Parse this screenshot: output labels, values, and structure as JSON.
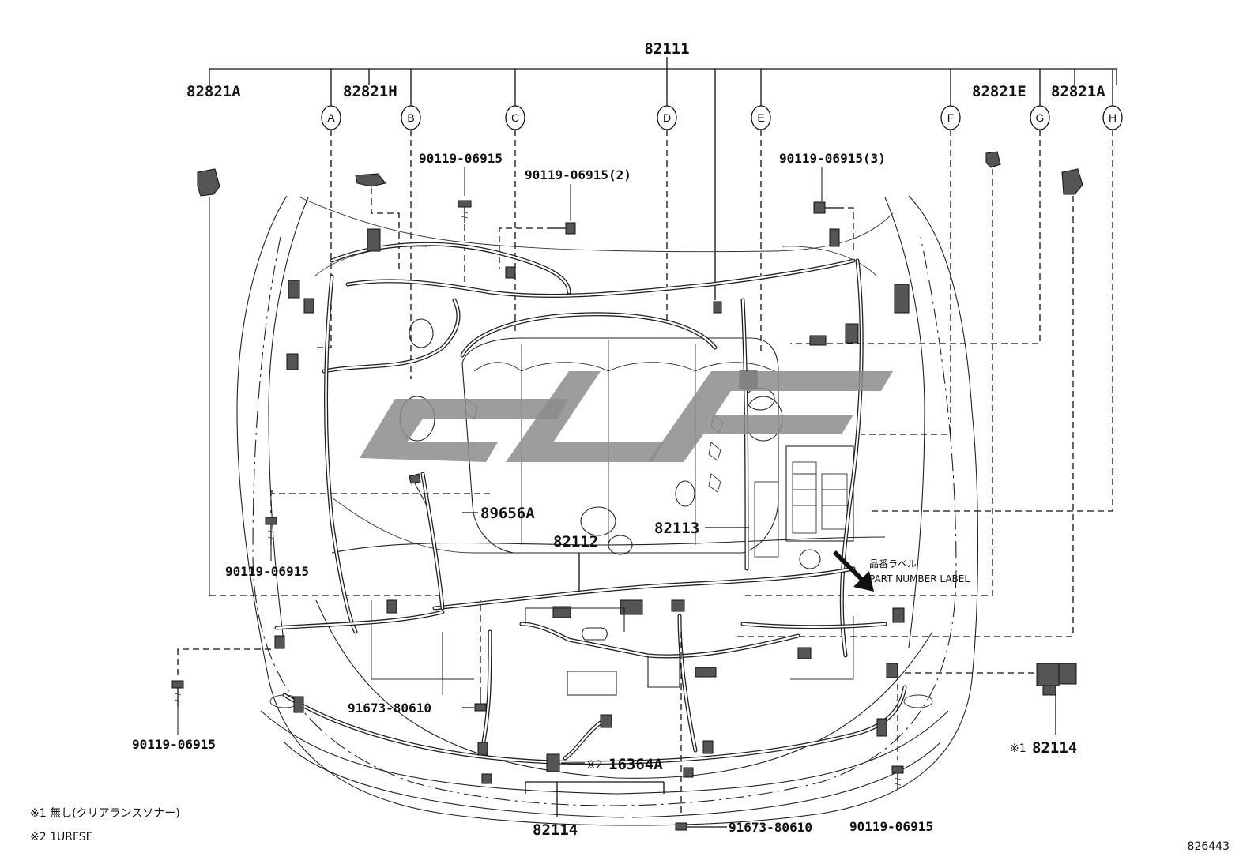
{
  "diagram": {
    "main_part": "82111",
    "circle_markers": [
      "A",
      "B",
      "C",
      "D",
      "E",
      "F",
      "G",
      "H"
    ],
    "labels": {
      "p82821A_left": "82821A",
      "p82821H": "82821H",
      "p82821E": "82821E",
      "p82821A_right": "82821A",
      "bolt_b": "90119-06915",
      "bolt_c": "90119-06915(2)",
      "bolt_e": "90119-06915(3)",
      "p89656A": "89656A",
      "p82112": "82112",
      "p82113": "82113",
      "bolt_left_mid": "90119-06915",
      "bolt_left_low": "90119-06915",
      "clip_center": "91673-80610",
      "p16364A": "16364A",
      "p16364A_mark": "※2",
      "p82114_bottom": "82114",
      "clip_bottom": "91673-80610",
      "bolt_right_low": "90119-06915",
      "p82114_right": "82114",
      "p82114_right_mark": "※1"
    },
    "part_number_label": {
      "jp": "品番ラベル",
      "en": "PART NUMBER LABEL"
    },
    "notes": [
      "※1 無し(クリアランスソナー)",
      "※2 1URFSE"
    ],
    "drawing_number": "826443"
  }
}
